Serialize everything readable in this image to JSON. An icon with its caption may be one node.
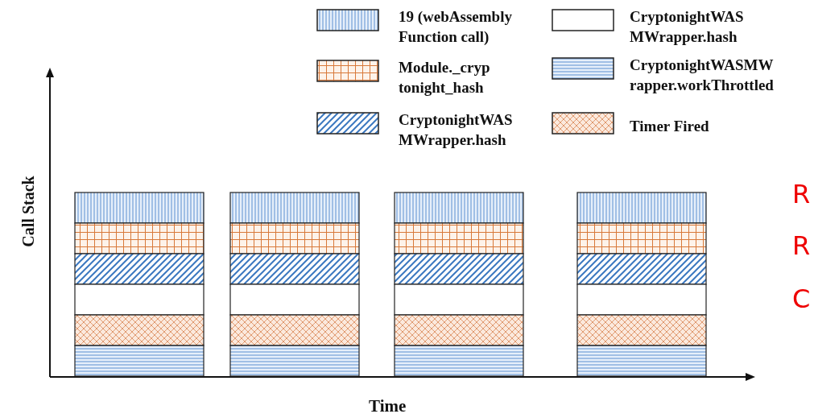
{
  "diagram": {
    "labels": [
      "Call Stack",
      "Time",
      "R",
      "R",
      "C"
    ],
    "legend": [
      {
        "text": "19 (webAssembly Function call)"
      },
      {
        "text": "CryptonightWAS MWrapper.hash"
      },
      {
        "text": "Module._cryp tonight_hash"
      },
      {
        "text": "CryptonightWASMW rapper.workThrottled"
      },
      {
        "text": "CryptonightWAS MWrapper.hash"
      },
      {
        "text": "Timer Fired"
      }
    ]
  }
}
